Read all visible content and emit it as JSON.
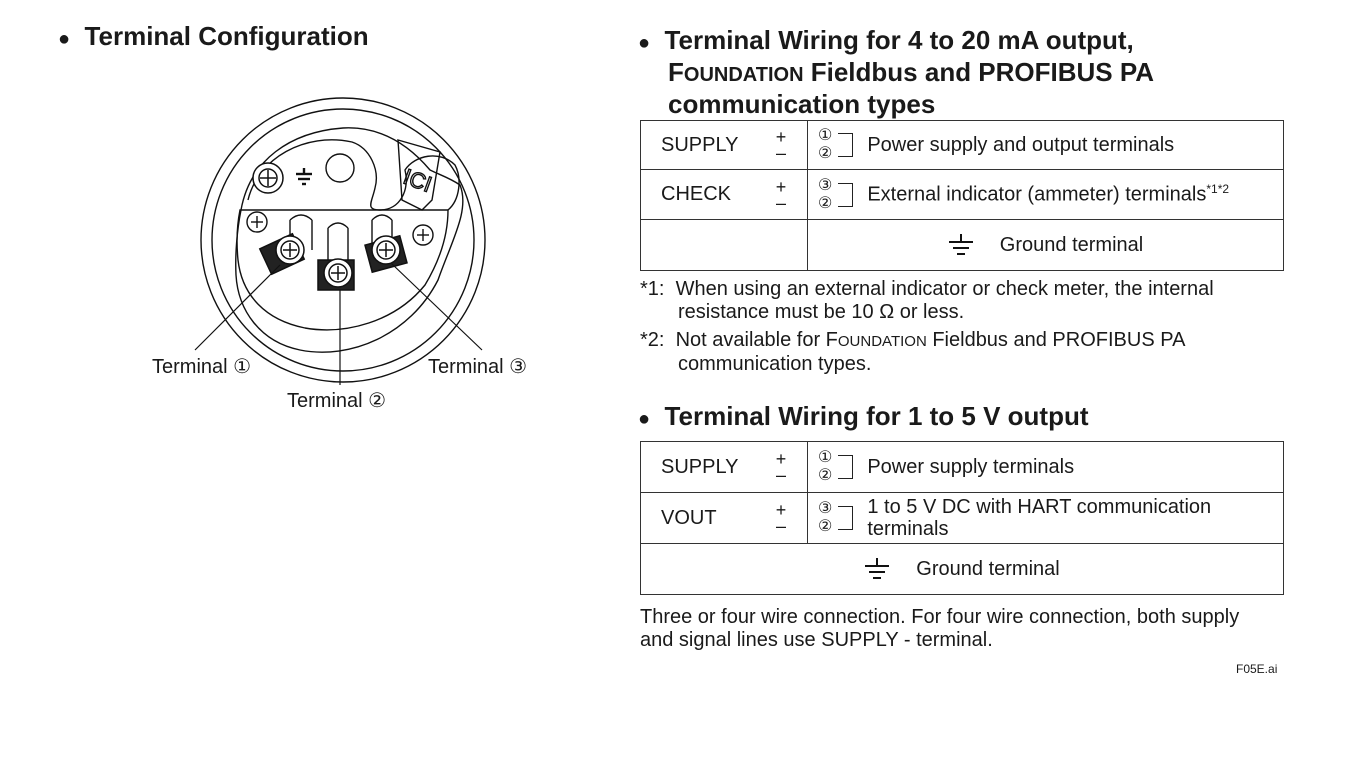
{
  "left": {
    "heading": "Terminal Configuration",
    "labels": {
      "t1": "Terminal ①",
      "t2": "Terminal ②",
      "t3": "Terminal ③"
    }
  },
  "right": {
    "heading1": {
      "line1": "Terminal Wiring for 4 to 20 mA output,",
      "foundation_F": "F",
      "foundation_rest": "OUNDATION",
      "line2_rest": " Fieldbus and PROFIBUS PA",
      "line3": "communication types"
    },
    "table1": {
      "rows": [
        {
          "name": "SUPPLY",
          "plus": "+",
          "minus": "–",
          "c1": "①",
          "c2": "②",
          "desc": "Power supply and output terminals",
          "sup": ""
        },
        {
          "name": "CHECK",
          "plus": "+",
          "minus": "–",
          "c1": "③",
          "c2": "②",
          "desc": "External indicator (ammeter) terminals",
          "sup": "*1*2"
        }
      ],
      "ground": "Ground terminal"
    },
    "notes": {
      "n1_mark": "*1:",
      "n1_l1": "When using an external indicator or check meter, the internal",
      "n1_l2": "resistance must be 10 Ω or less.",
      "n2_mark": "*2:",
      "n2_pre": "Not available for ",
      "n2_F": "F",
      "n2_oundation": "OUNDATION",
      "n2_post": " Fieldbus and PROFIBUS PA",
      "n2_l2": "communication types."
    },
    "heading2": "Terminal Wiring for 1 to 5 V output",
    "table2": {
      "rows": [
        {
          "name": "SUPPLY",
          "plus": "+",
          "minus": "–",
          "c1": "①",
          "c2": "②",
          "desc_l1": "Power supply terminals",
          "desc_l2": ""
        },
        {
          "name": "VOUT",
          "plus": "+",
          "minus": "–",
          "c1": "③",
          "c2": "②",
          "desc_l1": "1 to 5 V DC with HART communication",
          "desc_l2": "terminals"
        }
      ],
      "ground": "Ground terminal"
    },
    "footer_l1": "Three or four wire connection. For four wire connection, both supply",
    "footer_l2": "and signal lines use SUPPLY - terminal.",
    "file_label": "F05E.ai"
  }
}
